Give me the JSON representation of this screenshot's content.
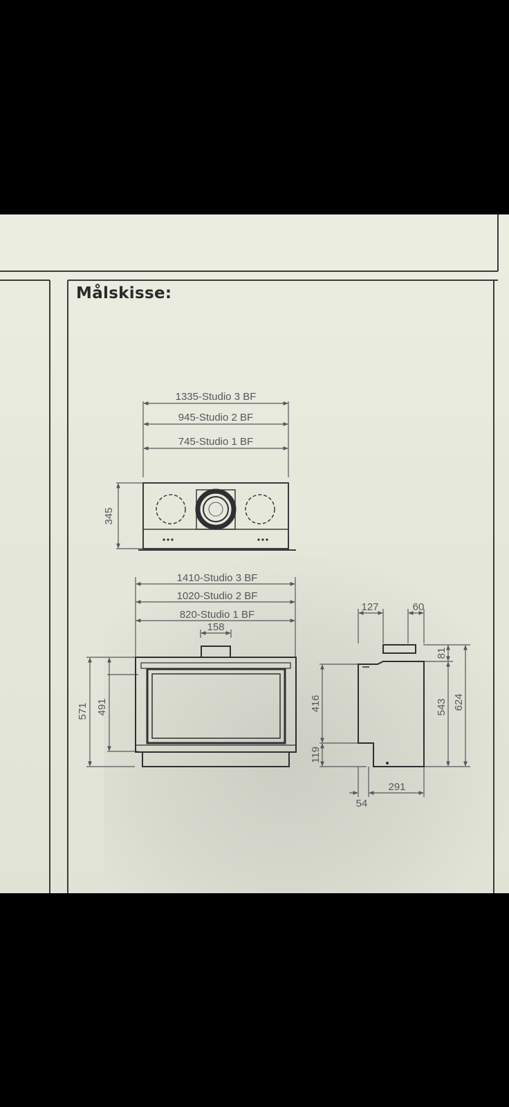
{
  "heading": "Målskisse:",
  "top_view": {
    "widths": [
      "1335-Studio 3 BF",
      "945-Studio 2 BF",
      "745-Studio 1 BF"
    ],
    "height": "345"
  },
  "front_view": {
    "widths": [
      "1410-Studio 3 BF",
      "1020-Studio 2 BF",
      "820-Studio 1 BF"
    ],
    "flue_width": "158",
    "total_height": "571",
    "glass_height": "491"
  },
  "side_view": {
    "top_left": "127",
    "top_right": "60",
    "flue_height": "81",
    "body_height": "543",
    "total_height": "624",
    "upper_height": "416",
    "lower_height": "119",
    "depth": "291",
    "offset": "54"
  },
  "colors": {
    "paper": "#e6e8dc",
    "ink": "#55575a",
    "frame": "#2e2f30",
    "background": "#000000"
  }
}
